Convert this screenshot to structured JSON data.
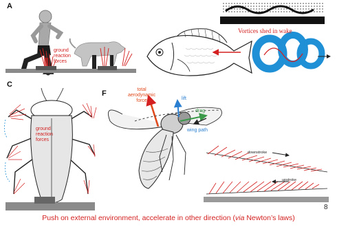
{
  "panels": {
    "A": {
      "letter": "A",
      "label_line1": "ground",
      "label_line2": "reaction",
      "label_line3": "forces"
    },
    "B": {
      "vortex_label": "Vortices shed in wake"
    },
    "C": {
      "letter": "C",
      "label_line1": "ground",
      "label_line2": "reaction",
      "label_line3": "forces"
    },
    "F": {
      "letter": "F",
      "force_line1": "total",
      "force_line2": "aerodynamic",
      "force_line3": "force",
      "lift": "lift",
      "drag": "drag",
      "wing_path": "wing path",
      "downstroke": "downstroke",
      "upstroke": "upstroke"
    }
  },
  "colors": {
    "force_red": "#d42020",
    "lift_blue": "#2a7fd0",
    "drag_green": "#3a9a4a",
    "vortex_blue": "#1f8fd6",
    "ground_gray": "#8a8a8a"
  },
  "caption": {
    "before": "Push on external environment, accelerate in other direction (",
    "italic": "via",
    "after": " Newton’s laws)"
  },
  "page_number": "8"
}
